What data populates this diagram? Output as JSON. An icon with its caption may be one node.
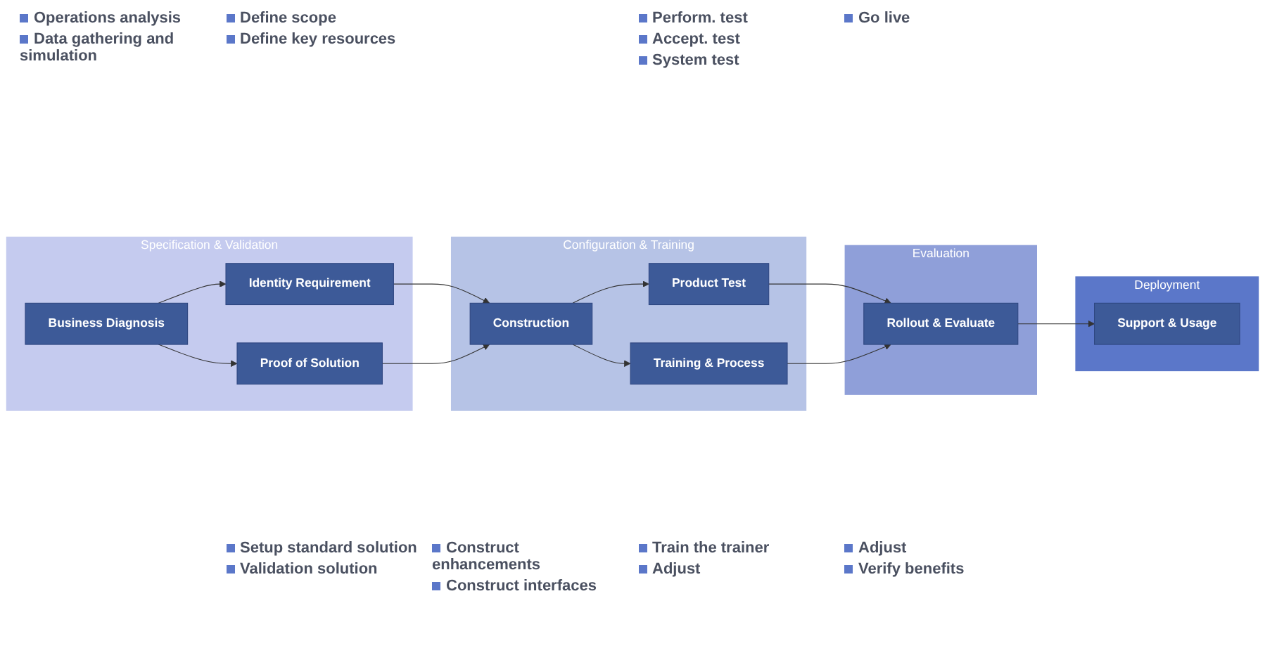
{
  "diagram": {
    "nodes": [
      {
        "text": [
          "Specification & Validation"
        ]
      },
      {
        "text": [
          "Business Diagnosis"
        ],
        "in": 0
      },
      {
        "text": [
          "Identity Requirement"
        ],
        "in": 0
      },
      {
        "text": [
          "Proof of Solution"
        ],
        "in": 0
      },
      {
        "text": [
          "Configuration & Training"
        ]
      },
      {
        "text": [
          "Construction"
        ],
        "in": 4
      },
      {
        "text": [
          "Product Test"
        ],
        "in": 4
      },
      {
        "text": [
          "Training & Process"
        ],
        "in": 4
      },
      {
        "text": [
          "Evaluation"
        ]
      },
      {
        "text": [
          "Rollout & Evaluate"
        ],
        "in": 8
      },
      {
        "text": [
          "Deployment"
        ]
      },
      {
        "text": [
          "Support & Usage"
        ],
        "in": 10
      }
    ],
    "edges": [
      {
        "from": 1,
        "to": 2,
        "arrow": "to"
      },
      {
        "from": 1,
        "to": 3,
        "arrow": "to"
      },
      {
        "from": 2,
        "to": 5,
        "arrow": "to"
      },
      {
        "from": 3,
        "to": 5,
        "arrow": "to"
      },
      {
        "from": 5,
        "to": 6,
        "arrow": "to"
      },
      {
        "from": 5,
        "to": 7,
        "arrow": "to"
      },
      {
        "from": 6,
        "to": 9,
        "arrow": "to"
      },
      {
        "from": 7,
        "to": 9,
        "arrow": "to"
      },
      {
        "from": 9,
        "to": 11,
        "arrow": "to"
      }
    ],
    "labels": [
      "Operations analysis",
      "Data gathering and simulation",
      "Define scope",
      "Define key resources",
      "Perform. test",
      "Accept. test",
      "System test",
      "Go live",
      "Setup standard solution",
      "Validation solution",
      "Construct enhancements",
      "Construct interfaces",
      "Train the trainer",
      "Adjust",
      "Adjust",
      "Verify benefits"
    ]
  }
}
